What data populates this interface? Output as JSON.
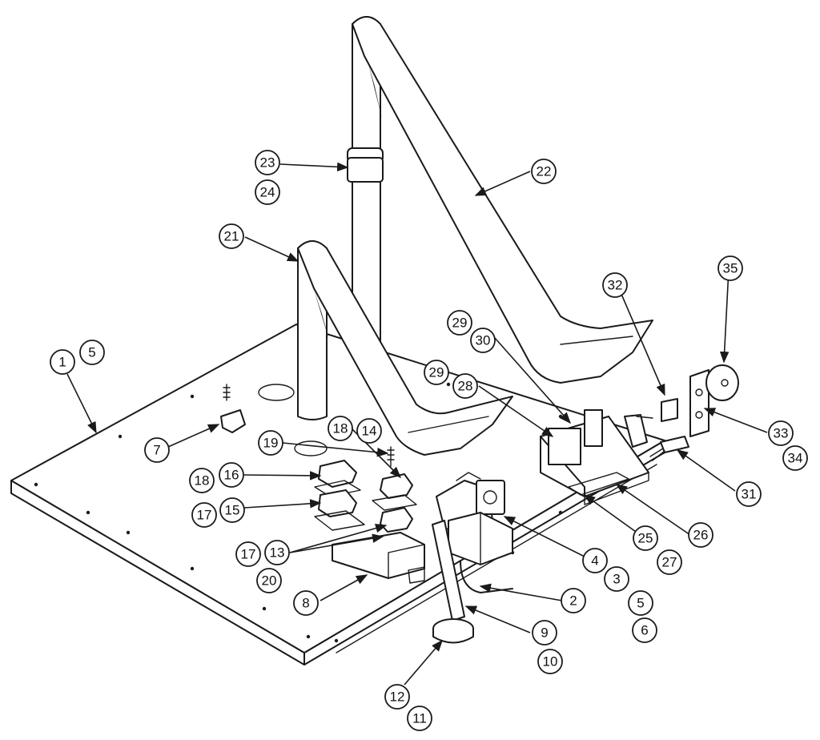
{
  "callouts": [
    {
      "id": "c1",
      "label": "1"
    },
    {
      "id": "c5a",
      "label": "5"
    },
    {
      "id": "c7",
      "label": "7"
    },
    {
      "id": "c18a",
      "label": "18"
    },
    {
      "id": "c14",
      "label": "14"
    },
    {
      "id": "c19",
      "label": "19"
    },
    {
      "id": "c18b",
      "label": "18"
    },
    {
      "id": "c16",
      "label": "16"
    },
    {
      "id": "c17a",
      "label": "17"
    },
    {
      "id": "c15",
      "label": "15"
    },
    {
      "id": "c17b",
      "label": "17"
    },
    {
      "id": "c13",
      "label": "13"
    },
    {
      "id": "c20",
      "label": "20"
    },
    {
      "id": "c8",
      "label": "8"
    },
    {
      "id": "c21",
      "label": "21"
    },
    {
      "id": "c23",
      "label": "23"
    },
    {
      "id": "c24",
      "label": "24"
    },
    {
      "id": "c22",
      "label": "22"
    },
    {
      "id": "c29a",
      "label": "29"
    },
    {
      "id": "c30",
      "label": "30"
    },
    {
      "id": "c29b",
      "label": "29"
    },
    {
      "id": "c28",
      "label": "28"
    },
    {
      "id": "c32",
      "label": "32"
    },
    {
      "id": "c35",
      "label": "35"
    },
    {
      "id": "c33",
      "label": "33"
    },
    {
      "id": "c34",
      "label": "34"
    },
    {
      "id": "c31",
      "label": "31"
    },
    {
      "id": "c25",
      "label": "25"
    },
    {
      "id": "c27",
      "label": "27"
    },
    {
      "id": "c26",
      "label": "26"
    },
    {
      "id": "c4",
      "label": "4"
    },
    {
      "id": "c3",
      "label": "3"
    },
    {
      "id": "c5b",
      "label": "5"
    },
    {
      "id": "c6",
      "label": "6"
    },
    {
      "id": "c2",
      "label": "2"
    },
    {
      "id": "c9",
      "label": "9"
    },
    {
      "id": "c10",
      "label": "10"
    },
    {
      "id": "c12",
      "label": "12"
    },
    {
      "id": "c11",
      "label": "11"
    }
  ]
}
